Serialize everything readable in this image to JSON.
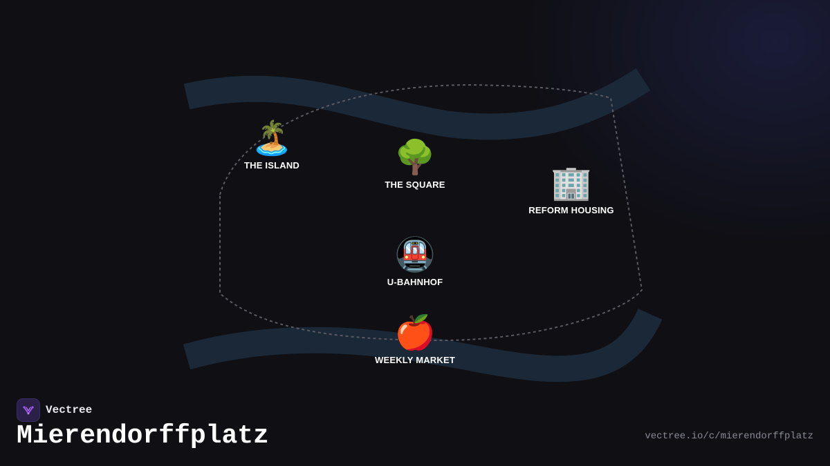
{
  "brand": {
    "name": "Vectree",
    "logo_icon": "vectree-logo-icon"
  },
  "place": {
    "title": "Mierendorffplatz",
    "url": "vectree.io/c/mierendorffplatz"
  },
  "colors": {
    "background": "#0f0f14",
    "river": "#1b2838",
    "boundary": "#5a5a62",
    "label": "#ffffff",
    "url": "#8a8a96",
    "logo_accent": "#a855f7"
  },
  "points": [
    {
      "id": "island",
      "label": "THE ISLAND",
      "icon": "island-icon",
      "glyph": "🏝️"
    },
    {
      "id": "square",
      "label": "THE SQUARE",
      "icon": "tree-icon",
      "glyph": "🌳"
    },
    {
      "id": "housing",
      "label": "REFORM HOUSING",
      "icon": "office-building-icon",
      "glyph": "🏢"
    },
    {
      "id": "ubahn",
      "label": "U-BAHNHOF",
      "icon": "metro-icon",
      "glyph": "🚇"
    },
    {
      "id": "market",
      "label": "WEEKLY MARKET",
      "icon": "apple-icon",
      "glyph": "🍎"
    }
  ]
}
